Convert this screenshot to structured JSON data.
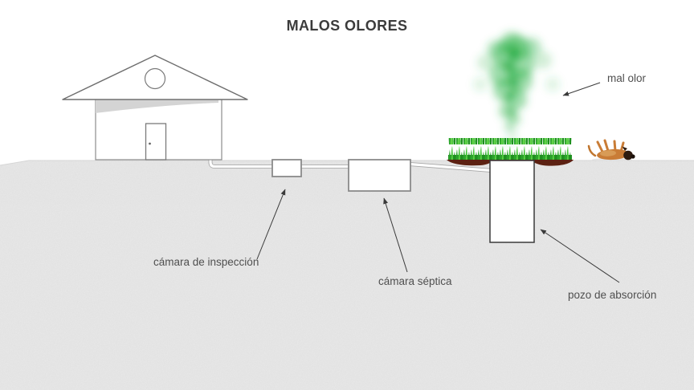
{
  "title": "MALOS OLORES",
  "labels": {
    "inspection_chamber": "cámara de inspección",
    "septic_chamber": "cámara séptica",
    "absorption_well": "pozo de absorción",
    "bad_smell": "mal olor"
  },
  "scene": {
    "elements": [
      "house",
      "waste-pipe",
      "inspection-chamber-box",
      "septic-chamber-box",
      "absorption-well-shaft",
      "grass-patch",
      "odor-smoke-plume",
      "soil-mound",
      "fainted-dog",
      "ground",
      "annotation-arrows"
    ]
  },
  "colors": {
    "background": "#ffffff",
    "ground": "#e9e9e9",
    "outline_gray": "#7b7b7b",
    "label_text": "#4f4f4f",
    "title_text": "#3c3c3c",
    "grass_green": "#2fae2f",
    "smoke_green": "#2eb34a",
    "soil_brown": "#5c2112",
    "dog_orange": "#c97c36",
    "arrow": "#3a3a3a"
  }
}
